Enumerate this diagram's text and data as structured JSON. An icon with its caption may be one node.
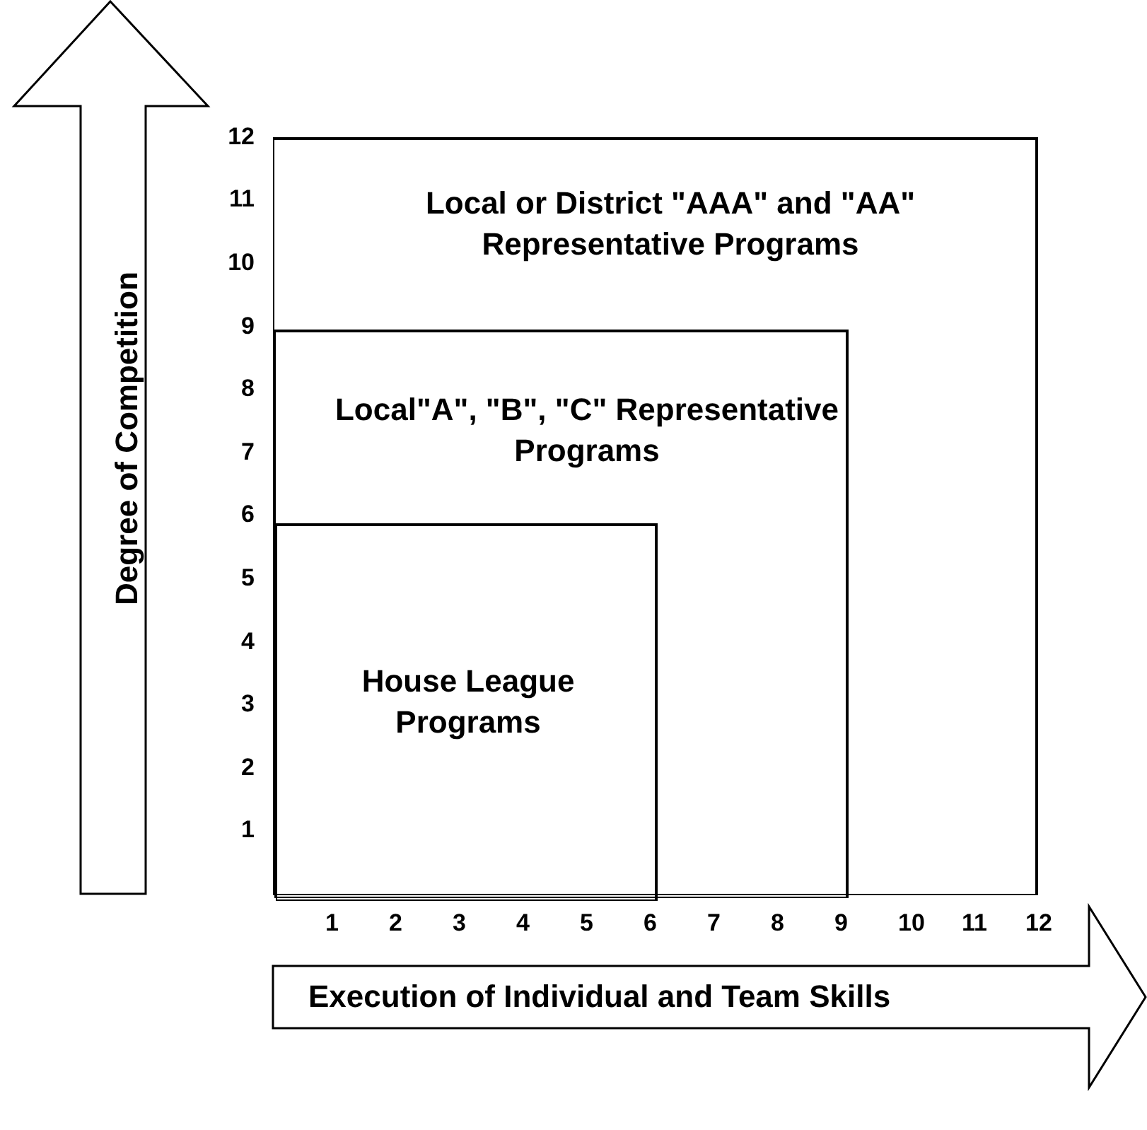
{
  "diagram": {
    "nodes": [
      {
        "text": [
          "Degree of Competition"
        ]
      },
      {
        "text": [
          "Local or District \"AAA\" and \"AA\" Representative Programs"
        ]
      },
      {
        "text": [
          "Local\"A\", \"B\", \"C\" Representative Programs"
        ],
        "in": 1
      },
      {
        "text": [
          "House League Programs"
        ],
        "in": 2
      },
      {
        "text": [
          "Execution of Individual and Team Skills"
        ]
      }
    ],
    "labels": [
      "12",
      "11",
      "10",
      "9",
      "8",
      "7",
      "6",
      "5",
      "4",
      "3",
      "2",
      "1",
      "1",
      "2",
      "3",
      "4",
      "5",
      "6",
      "7",
      "8",
      "9",
      "10",
      "11",
      "12"
    ]
  }
}
